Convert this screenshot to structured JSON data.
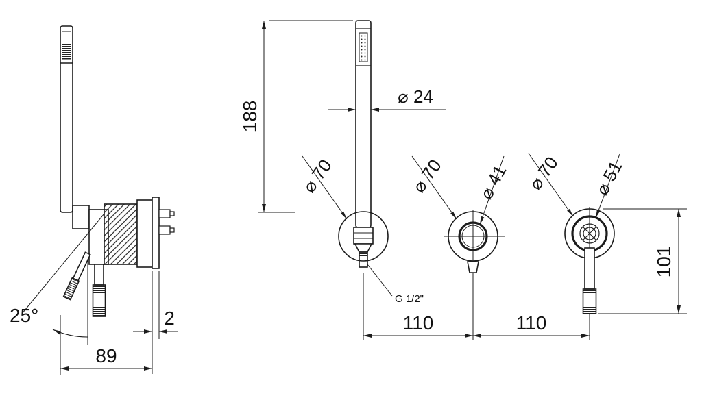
{
  "drawing": {
    "side": {
      "angle": "25°",
      "plate": "2",
      "depth": "89"
    },
    "front": {
      "length": "188",
      "handle_dia": "⌀ 24",
      "rosette1_dia": "⌀ 70",
      "rosette2_dia": "⌀ 70",
      "cartridge_dia": "⌀ 41",
      "rosette3_dia": "⌀ 70",
      "outlet_dia": "⌀ 51",
      "outlet_drop": "101",
      "pitch_left": "110",
      "pitch_right": "110",
      "thread": "G 1/2\""
    }
  }
}
